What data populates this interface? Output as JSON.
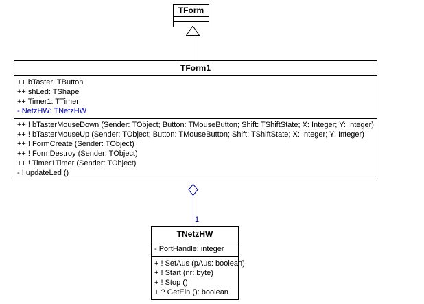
{
  "diagram": {
    "type": "uml-class-diagram",
    "background_color": "#ffffff",
    "line_color": "#000000",
    "accent_color": "#000080"
  },
  "classes": {
    "tform": {
      "name": "TForm",
      "attributes": [],
      "methods": []
    },
    "tform1": {
      "name": "TForm1",
      "attributes": [
        {
          "text": "++ bTaster: TButton",
          "color": "black"
        },
        {
          "text": "++ shLed: TShape",
          "color": "black"
        },
        {
          "text": "++ Timer1: TTimer",
          "color": "black"
        },
        {
          "text": "- NetzHW: TNetzHW",
          "color": "blue"
        }
      ],
      "methods": [
        {
          "text": "++ ! bTasterMouseDown (Sender: TObject; Button: TMouseButton; Shift: TShiftState; X: Integer; Y: Integer)",
          "color": "black"
        },
        {
          "text": "++ ! bTasterMouseUp (Sender: TObject; Button: TMouseButton; Shift: TShiftState; X: Integer; Y: Integer)",
          "color": "black"
        },
        {
          "text": "++ ! FormCreate (Sender: TObject)",
          "color": "black"
        },
        {
          "text": "++ ! FormDestroy (Sender: TObject)",
          "color": "black"
        },
        {
          "text": "++ ! Timer1Timer (Sender: TObject)",
          "color": "black"
        },
        {
          "text": "- ! updateLed ()",
          "color": "black"
        }
      ]
    },
    "tnetzhw": {
      "name": "TNetzHW",
      "attributes": [
        {
          "text": "- PortHandle: integer",
          "color": "black"
        }
      ],
      "methods": [
        {
          "text": "+ ! SetAus (pAus: boolean)",
          "color": "black"
        },
        {
          "text": "+ ! Start (nr: byte)",
          "color": "black"
        },
        {
          "text": "+ ! Stop ()",
          "color": "black"
        },
        {
          "text": "+ ? GetEin (): boolean",
          "color": "black"
        }
      ]
    }
  },
  "relationships": {
    "generalization": {
      "from": "TForm1",
      "to": "TForm",
      "marker": "hollow-triangle-arrow",
      "color": "#000000"
    },
    "aggregation": {
      "from": "TForm1",
      "to": "TNetzHW",
      "marker": "hollow-diamond",
      "color": "#000080",
      "multiplicity": "1"
    }
  }
}
